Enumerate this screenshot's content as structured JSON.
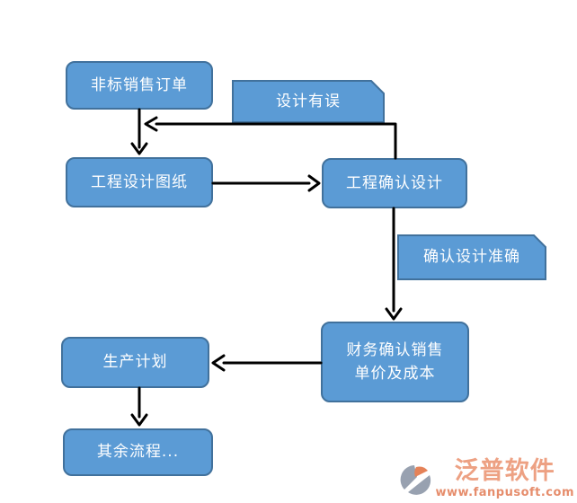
{
  "diagram": {
    "type": "flowchart",
    "nodes": {
      "order": {
        "label": "非标销售订单",
        "shape": "rounded"
      },
      "design_error": {
        "label": "设计有误",
        "shape": "card"
      },
      "drawings": {
        "label": "工程设计图纸",
        "shape": "rounded"
      },
      "confirm_design": {
        "label": "工程确认设计",
        "shape": "rounded"
      },
      "design_accurate": {
        "label": "确认设计准确",
        "shape": "card"
      },
      "finance_confirm": {
        "label": "财务确认销售\n单价及成本",
        "shape": "rounded"
      },
      "production_plan": {
        "label": "生产计划",
        "shape": "rounded"
      },
      "remaining_process": {
        "label": "其余流程...",
        "shape": "rounded"
      }
    },
    "edges": [
      {
        "from": "order",
        "to": "drawings"
      },
      {
        "from": "drawings",
        "to": "confirm_design"
      },
      {
        "from": "confirm_design",
        "to": "order",
        "label": "设计有误",
        "note": "feedback loop back into the order-to-drawings arrow"
      },
      {
        "from": "confirm_design",
        "to": "finance_confirm",
        "label": "确认设计准确"
      },
      {
        "from": "finance_confirm",
        "to": "production_plan"
      },
      {
        "from": "production_plan",
        "to": "remaining_process"
      }
    ],
    "colors": {
      "node_fill": "#5B9BD5",
      "node_border": "#41719C",
      "node_text": "#FFFFFF",
      "connector": "#000000"
    }
  },
  "watermark": {
    "brand": "泛普软件",
    "url": "www.fanpusoft.com",
    "brand_color": "#EDA183",
    "logo_gray": "#98A1B0",
    "logo_orange": "#E58258"
  }
}
